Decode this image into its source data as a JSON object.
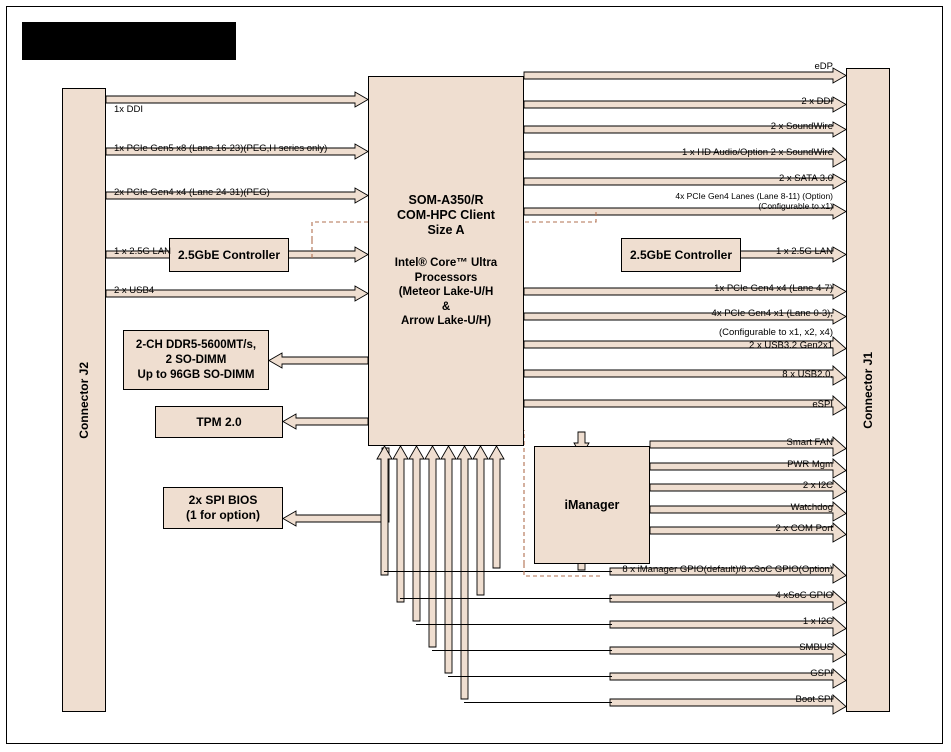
{
  "diagram": {
    "title_bar": "",
    "connectors": {
      "left": "Connector J2",
      "right": "Connector J1"
    },
    "soc": {
      "line1": "SOM-A350/R",
      "line2": "COM-HPC Client",
      "line3": "Size A",
      "line4": "Intel® Core™ Ultra",
      "line5": "Processors",
      "line6": "(Meteor Lake-U/H",
      "line7": "&",
      "line8": "Arrow Lake-U/H)"
    },
    "blocks": {
      "lan_left": "2.5GbE Controller",
      "lan_right": "2.5GbE Controller",
      "memory_l1": "2-CH DDR5-5600MT/s,",
      "memory_l2": "2 SO-DIMM",
      "memory_l3": "Up to 96GB SO-DIMM",
      "tpm": "TPM 2.0",
      "spi_l1": "2x SPI BIOS",
      "spi_l2": "(1 for option)",
      "imanager": "iManager"
    },
    "left_labels": [
      "1x DDI",
      "1x PCIe Gen5 x8 (Lane 16-23)(PEG,H series only)",
      "2x PCIe Gen4 x4 (Lane 24-31)(PEG)",
      "1 x 2.5G LAN",
      "2 x USB4"
    ],
    "right_labels": [
      "eDP",
      "2 x DDI",
      "2 x SoundWire",
      "1 x HD Audio/Option 2 x SoundWire",
      "2 x SATA 3.0",
      "4x PCIe Gen4 Lanes (Lane 8-11) (Option)",
      "(Configurable to x1)",
      "1 x 2.5G LAN",
      "1x PCIe Gen4 x4 (Lane 4-7)",
      "4x PCIe Gen4 x1 (Lane 0-3),",
      "(Configurable to x1, x2, x4)",
      "2 x USB3.2 Gen2x1",
      "8 x USB2.0,",
      "eSPI",
      "Smart FAN",
      "PWR Mgm",
      "2 x I2C",
      "Watchdog",
      "2 x COM Port",
      "8 x iManager GPIO(default)/8 xSoC GPIO(Option)",
      "4 xSoC GPIO",
      "1 x I2C",
      "SMBUS",
      "GSPI",
      "Boot SPI"
    ],
    "colors": {
      "block_fill": "#efded0",
      "outline": "#000000",
      "dashed": "#b07050"
    }
  }
}
